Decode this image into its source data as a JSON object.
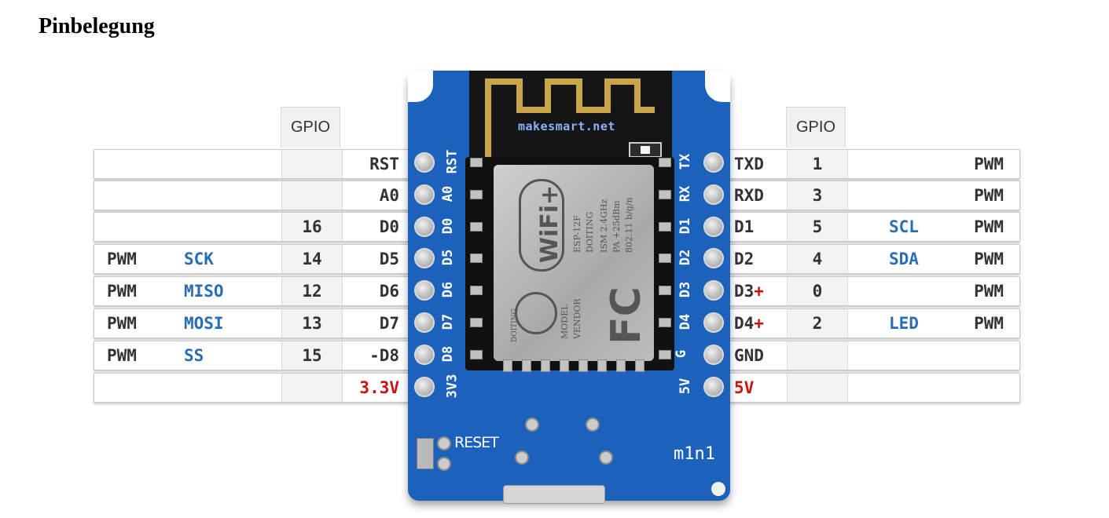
{
  "page": {
    "title": "Pinbelegung"
  },
  "headers": {
    "left_gpio": "GPIO",
    "right_gpio": "GPIO"
  },
  "board": {
    "brand": "makesmart.net",
    "model": "m1n1",
    "reset_label": "RESET",
    "module": {
      "logo": "WiFi+",
      "lines": [
        "ESP-12F",
        "DOITING",
        "ISM 2.4GHz",
        "PA +25dBm",
        "802.11 b/g/n"
      ],
      "small": [
        "MODEL",
        "VENDOR"
      ],
      "fc": "FC",
      "swirl_text": "DOITING"
    },
    "left_labels": [
      "RST",
      "A0",
      "D0",
      "D5",
      "D6",
      "D7",
      "D8",
      "3V3"
    ],
    "right_labels": [
      "TX",
      "RX",
      "D1",
      "D2",
      "D3",
      "D4",
      "G",
      "5V"
    ]
  },
  "left_rows": [
    {
      "pwm": "",
      "func": "",
      "gpio": "",
      "pin": "RST"
    },
    {
      "pwm": "",
      "func": "",
      "gpio": "",
      "pin": "A0"
    },
    {
      "pwm": "",
      "func": "",
      "gpio": "16",
      "pin": "D0"
    },
    {
      "pwm": "PWM",
      "func": "SCK",
      "gpio": "14",
      "pin": "D5"
    },
    {
      "pwm": "PWM",
      "func": "MISO",
      "gpio": "12",
      "pin": "D6"
    },
    {
      "pwm": "PWM",
      "func": "MOSI",
      "gpio": "13",
      "pin": "D7"
    },
    {
      "pwm": "PWM",
      "func": "SS",
      "gpio": "15",
      "pin": "-D8"
    },
    {
      "pwm": "",
      "func": "",
      "gpio": "",
      "pin": "3.3V",
      "highlight": "#cc1111"
    }
  ],
  "right_rows": [
    {
      "pin": "TXD",
      "plus": "",
      "gpio": "1",
      "func": "",
      "pwm": "PWM"
    },
    {
      "pin": "RXD",
      "plus": "",
      "gpio": "3",
      "func": "",
      "pwm": "PWM"
    },
    {
      "pin": "D1",
      "plus": "",
      "gpio": "5",
      "func": "SCL",
      "pwm": "PWM"
    },
    {
      "pin": "D2",
      "plus": "",
      "gpio": "4",
      "func": "SDA",
      "pwm": "PWM"
    },
    {
      "pin": "D3",
      "plus": "+",
      "gpio": "0",
      "func": "",
      "pwm": "PWM"
    },
    {
      "pin": "D4",
      "plus": "+",
      "gpio": "2",
      "func": "LED",
      "pwm": "PWM"
    },
    {
      "pin": "GND",
      "plus": "",
      "gpio": "",
      "func": "",
      "pwm": ""
    },
    {
      "pin": "5V",
      "plus": "",
      "gpio": "",
      "func": "",
      "pwm": "",
      "highlight": "#cc1111"
    }
  ],
  "colors": {
    "board": "#1c62bd",
    "function": "#2a6db5",
    "power": "#cc1111"
  }
}
